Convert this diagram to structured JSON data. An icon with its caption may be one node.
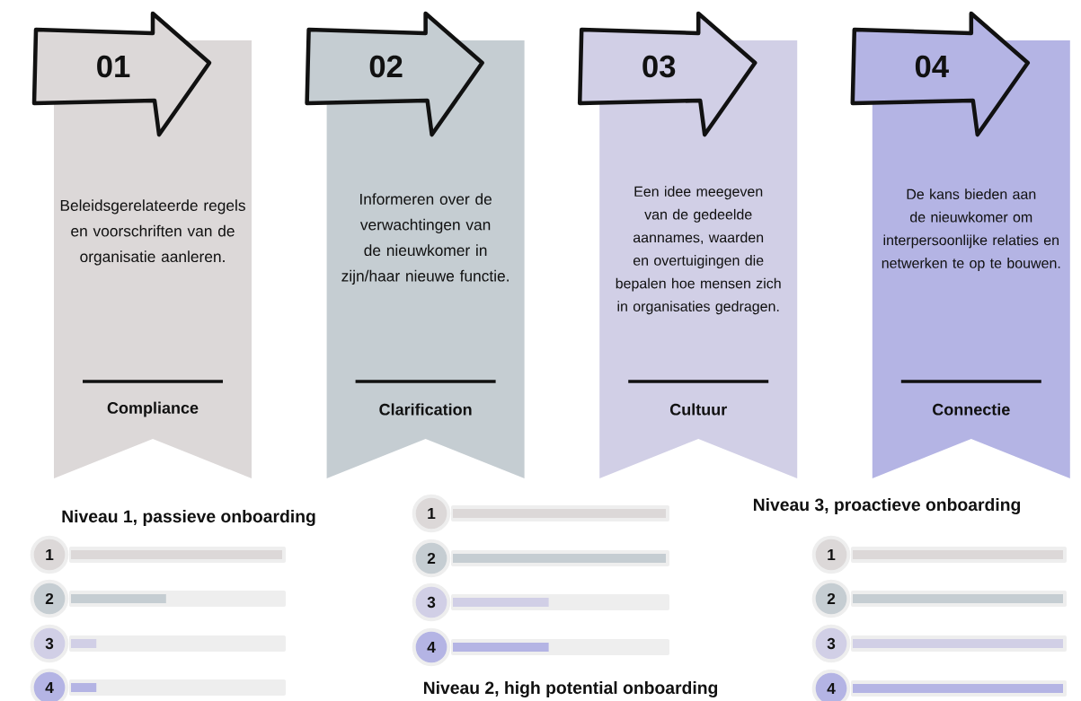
{
  "diagram": {
    "nodes": [
      {
        "text": [
          "01"
        ]
      },
      {
        "text": [
          "Beleidsgerelateerde regels en voorschriften van de organisatie aanleren.",
          "Compliance"
        ]
      },
      {
        "text": [
          "02"
        ]
      },
      {
        "text": [
          "Informeren over de verwachtingen van de nieuwkomer in zijn/haar nieuwe functie.",
          "Clarification"
        ]
      },
      {
        "text": [
          "03"
        ]
      },
      {
        "text": [
          "Een idee meegeven van de gedeelde aannames, waarden en overtuigingen die bepalen hoe mensen zich in organisaties gedragen.",
          "Cultuur"
        ]
      },
      {
        "text": [
          "04"
        ]
      },
      {
        "text": [
          "De kans bieden aan de nieuwkomer om interpersoonlijke relaties en netwerken te op te bouwen.",
          "Connectie"
        ]
      },
      {
        "text": [
          "1"
        ]
      },
      {
        "text": [
          "2"
        ]
      },
      {
        "text": [
          "3"
        ]
      },
      {
        "text": [
          "4"
        ]
      },
      {
        "text": [
          "1"
        ]
      },
      {
        "text": [
          "2"
        ]
      },
      {
        "text": [
          "3"
        ]
      },
      {
        "text": [
          "4"
        ]
      },
      {
        "text": [
          "1"
        ]
      },
      {
        "text": [
          "2"
        ]
      },
      {
        "text": [
          "3"
        ]
      },
      {
        "text": [
          "4"
        ]
      }
    ],
    "labels": [
      "Niveau 1, passieve onboarding",
      "Niveau 2, high potential onboarding",
      "Niveau 3, proactieve onboarding"
    ]
  }
}
